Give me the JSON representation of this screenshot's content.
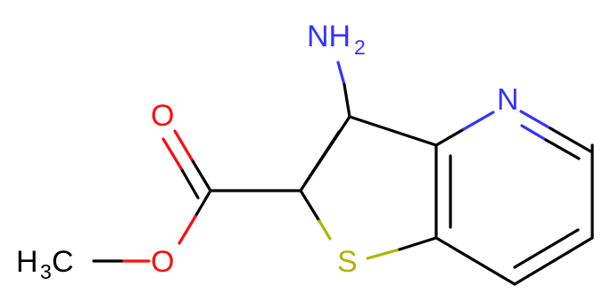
{
  "molecule": {
    "atoms": {
      "amino_n": "NH",
      "amino_sub": "2",
      "pyridine_n": "N",
      "carbonyl_o": "O",
      "ester_o": "O",
      "sulfur": "S",
      "methyl_h": "H",
      "methyl_sub": "3",
      "methyl_c": "C"
    },
    "colors": {
      "bond": "#000000",
      "nitrogen": "#3333ff",
      "oxygen": "#ff0d0d",
      "sulfur": "#b2b200",
      "carbon": "#000000"
    }
  }
}
